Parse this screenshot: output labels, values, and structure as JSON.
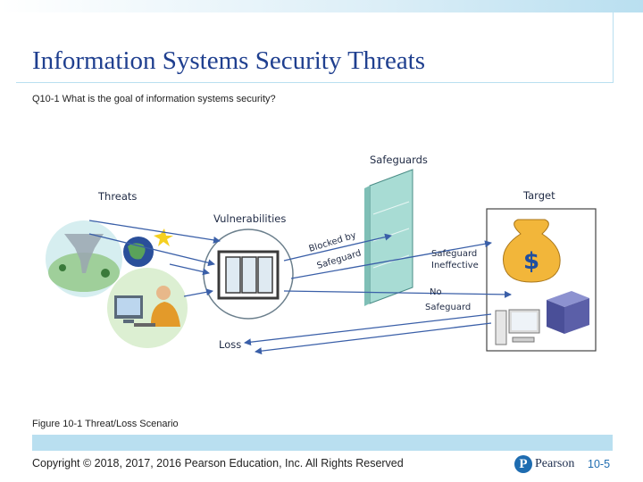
{
  "slide": {
    "title": "Information Systems Security Threats",
    "subtitle": "Q10-1 What is the goal of information systems security?",
    "caption": "Figure 10-1 Threat/Loss Scenario",
    "copyright": "Copyright © 2018, 2017, 2016 Pearson Education, Inc. All Rights Reserved",
    "page_number": "10-5"
  },
  "logo": {
    "mark": "P",
    "text": "Pearson"
  },
  "diagram": {
    "labels": {
      "threats": "Threats",
      "vulnerabilities": "Vulnerabilities",
      "safeguards": "Safeguards",
      "target": "Target",
      "blocked_by_line1": "Blocked by",
      "blocked_by_line2": "Safeguard",
      "safeguard_ineffective_line1": "Safeguard",
      "safeguard_ineffective_line2": "Ineffective",
      "no_safeguard_line1": "No",
      "no_safeguard_line2": "Safeguard",
      "loss": "Loss",
      "money_symbol": "$"
    },
    "colors": {
      "arrow": "#3a5fa8",
      "wall": "#a8dcd4",
      "bag": "#f2b63a",
      "box": "#5b5fa8"
    },
    "icons": [
      "tornado-icon",
      "globe-icon",
      "hacker-icon",
      "window-icon",
      "firewall-icon",
      "money-bag-icon",
      "server-box-icon",
      "computer-icon"
    ]
  }
}
